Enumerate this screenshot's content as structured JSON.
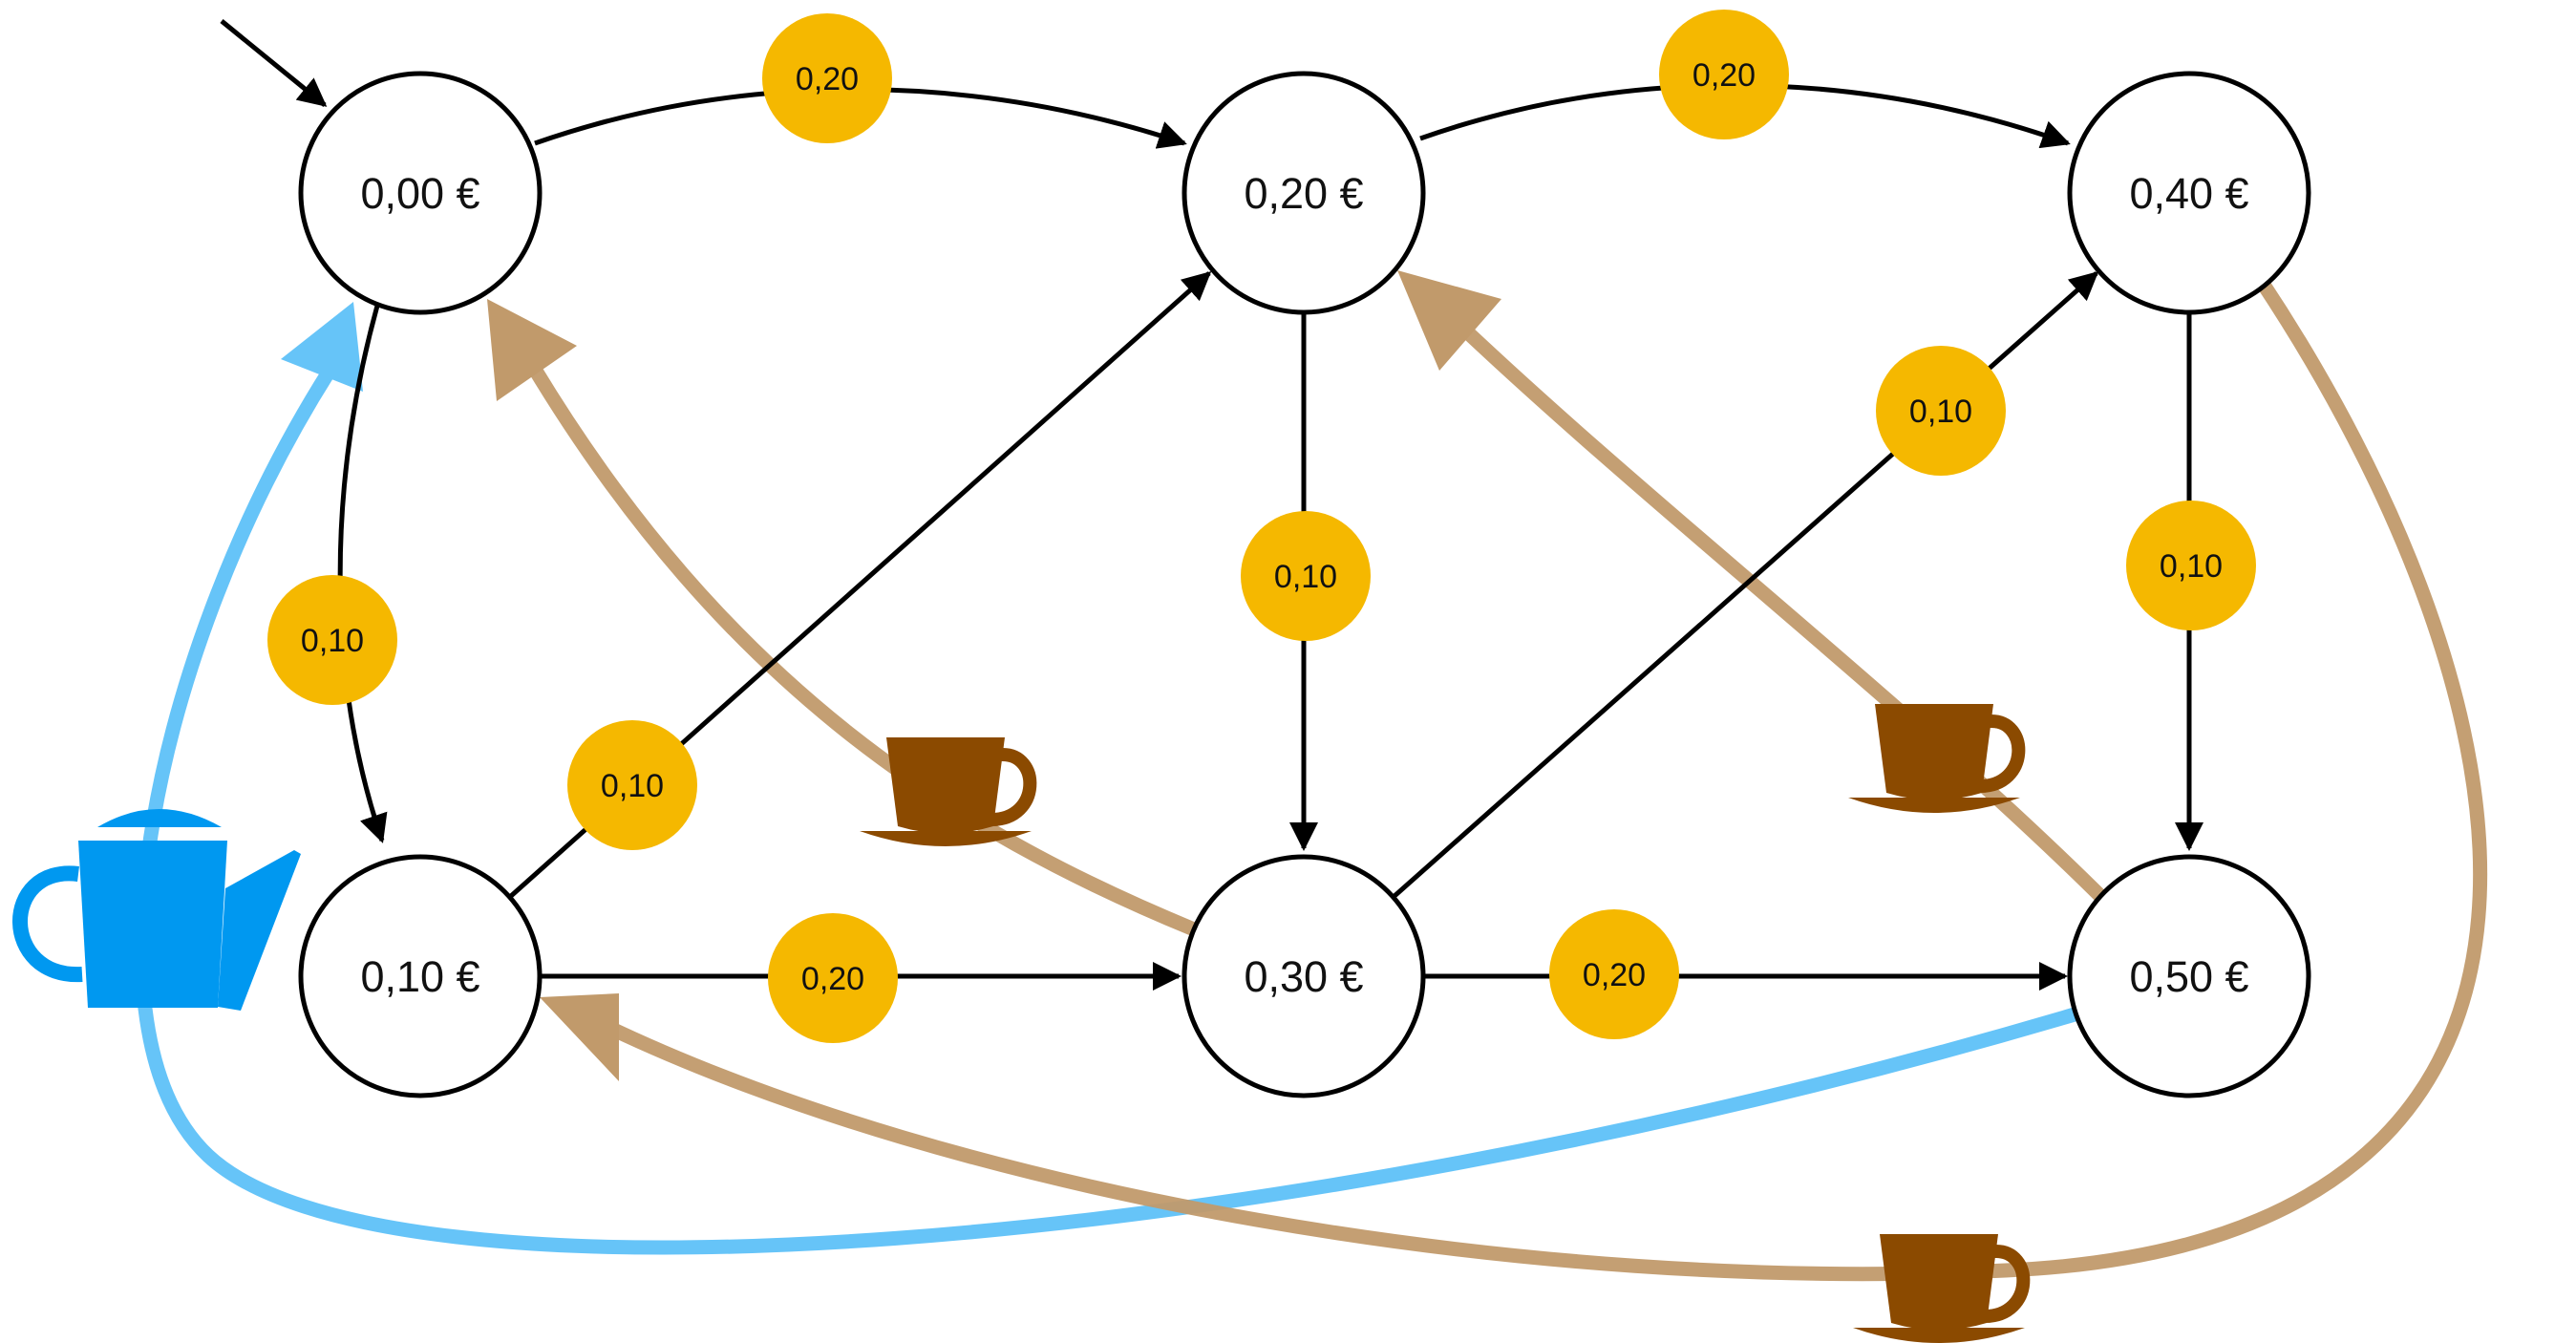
{
  "states": [
    {
      "id": "s000",
      "label": "0,00 €",
      "initial": true
    },
    {
      "id": "s020",
      "label": "0,20 €"
    },
    {
      "id": "s040",
      "label": "0,40 €"
    },
    {
      "id": "s010",
      "label": "0,10 €"
    },
    {
      "id": "s030",
      "label": "0,30 €"
    },
    {
      "id": "s050",
      "label": "0,50 €"
    }
  ],
  "coin_transitions": [
    {
      "from": "s000",
      "to": "s020",
      "coin": "0,20"
    },
    {
      "from": "s020",
      "to": "s040",
      "coin": "0,20"
    },
    {
      "from": "s000",
      "to": "s010",
      "coin": "0,10"
    },
    {
      "from": "s010",
      "to": "s020",
      "coin": "0,10"
    },
    {
      "from": "s020",
      "to": "s030",
      "coin": "0,10"
    },
    {
      "from": "s030",
      "to": "s040",
      "coin": "0,10"
    },
    {
      "from": "s040",
      "to": "s050",
      "coin": "0,10"
    },
    {
      "from": "s010",
      "to": "s030",
      "coin": "0,20"
    },
    {
      "from": "s030",
      "to": "s050",
      "coin": "0,20"
    }
  ],
  "drink_transitions": [
    {
      "from": "s030",
      "to": "s000",
      "drink": "coffee-cup-icon"
    },
    {
      "from": "s050",
      "to": "s020",
      "drink": "coffee-cup-icon"
    },
    {
      "from": "s040",
      "to": "s010",
      "drink": "coffee-cup-icon"
    },
    {
      "from": "s050",
      "to": "s000",
      "drink": "teapot-icon"
    }
  ],
  "colors": {
    "coin": "#F5B800",
    "coffee_arrow": "#C19A6B",
    "coffee_cup": "#8B4A00",
    "tea_arrow": "#66C4F8",
    "teapot": "#0098F0",
    "edge": "#000000",
    "node_fill": "#FFFFFF"
  }
}
